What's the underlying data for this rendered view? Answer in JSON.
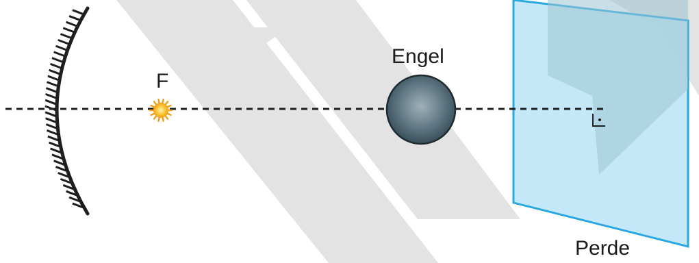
{
  "labels": {
    "focus": "F",
    "obstacle": "Engel",
    "screen": "Perde"
  },
  "colors": {
    "mirror": "#1e1e1e",
    "axis": "#1e1e1e",
    "light_source": "#f7b21d",
    "obstacle_dark": "#2f4450",
    "obstacle_light": "#8fa3ad",
    "screen_fill": "#bfe6f7",
    "screen_edge": "#29a7df",
    "watermark": "#dcdcdc"
  },
  "icons": {
    "light_source": "sun-icon",
    "right_angle": "right-angle-icon"
  }
}
